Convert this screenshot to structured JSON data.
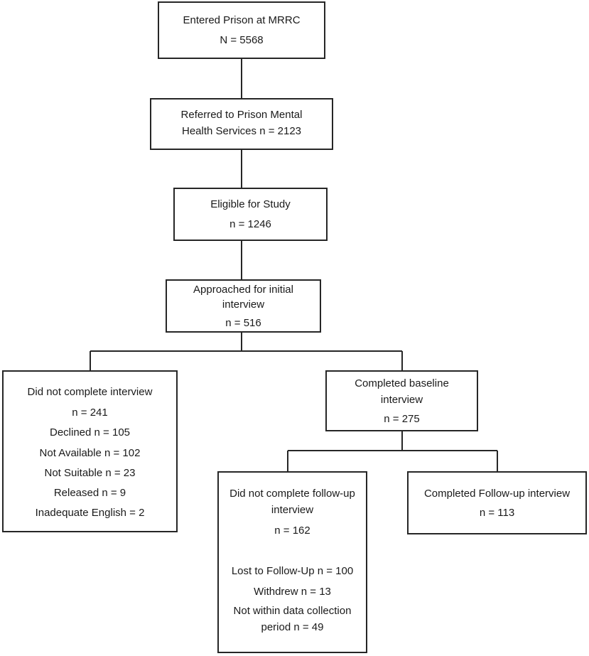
{
  "boxes": {
    "entered": {
      "lines": [
        "Entered  Prison at MRRC",
        "N = 5568"
      ]
    },
    "referred": {
      "lines": [
        "Referred  to Prison Mental",
        "Health Services n = 2123"
      ]
    },
    "eligible": {
      "lines": [
        "Eligible for Study",
        "n = 1246"
      ]
    },
    "approached": {
      "lines": [
        "Approached for initial",
        "interview",
        "n = 516"
      ]
    },
    "not_completed": {
      "lines": [
        "Did not complete interview",
        "n = 241",
        "Declined n = 105",
        "Not Available n = 102",
        "Not Suitable n = 23",
        "Released  n = 9",
        "Inadequate English = 2"
      ]
    },
    "baseline": {
      "lines": [
        "Completed  baseline",
        "interview",
        "n = 275"
      ]
    },
    "no_followup": {
      "lines": [
        "Did not complete follow-up",
        "interview",
        "n = 162",
        "Lost to Follow-Up n = 100",
        "Withdrew n = 13",
        "Not within data collection",
        "period n = 49"
      ]
    },
    "followup": {
      "lines": [
        "Completed  Follow-up interview",
        "n = 113"
      ]
    }
  }
}
